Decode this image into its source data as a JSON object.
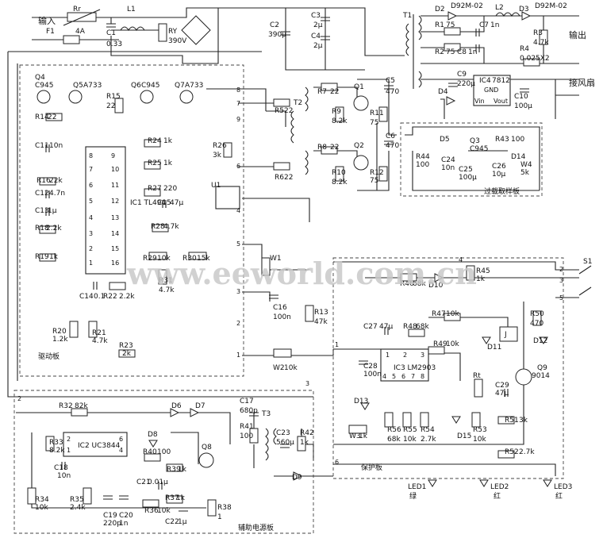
{
  "watermark": "www.eeworld.com.cn",
  "io": {
    "input": "输入",
    "output": "输出",
    "fan": "接风扇"
  },
  "boards": {
    "drive": "驱动板",
    "aux": "辅助电源板",
    "protect": "保护板",
    "overload": "过载取样板"
  },
  "components": {
    "Rr": "Rr",
    "F1": "F1",
    "F1v": "4A",
    "L1": "L1",
    "C1": "C1",
    "C1v": "0.33",
    "RY": "RY",
    "RYv": "390V",
    "C2": "C2",
    "C2v": "390μ",
    "C3": "C3",
    "C3v": "2μ",
    "C4": "C4",
    "C4v": "2μ",
    "T1": "T1",
    "D2": "D2",
    "D2v": "D92M-02",
    "L2": "L2",
    "D3": "D3",
    "D3v": "D92M-02",
    "R1": "R1",
    "R1v": "75",
    "C7": "C7",
    "C7v": "1n",
    "R3": "R3",
    "R3v": "4.7k",
    "R2": "R2",
    "R2v": "75",
    "C8": "C8",
    "C8v": "1n",
    "R4": "R4",
    "R4v": "0.025X2",
    "C9": "C9",
    "C9v": "220μ",
    "IC4": "IC4",
    "IC4v": "7812",
    "GND": "GND",
    "Vin": "Vin",
    "Vout": "Vout",
    "D4": "D4",
    "C10": "C10",
    "C10v": "100μ",
    "Q4": "Q4",
    "Q4v": "C945",
    "Q5": "Q5",
    "Q5v": "A733",
    "Q6": "Q6",
    "Q6v": "C945",
    "Q7": "Q7",
    "Q7v": "A733",
    "R15": "R15",
    "R15v": "22",
    "R14": "R14",
    "R14v": "22",
    "R7": "R7",
    "R7v": "22",
    "Q1": "Q1",
    "C5": "C5",
    "C5v": "470",
    "R5": "R5",
    "R5v": "22",
    "T2": "T2",
    "R9": "R9",
    "R9v": "8.2k",
    "R11": "R11",
    "R11v": "75",
    "C11": "C11",
    "C11v": "10n",
    "R24": "R24",
    "R24v": "1k",
    "R26": "R26",
    "R26v": "3k",
    "R8": "R8",
    "R8v": "22",
    "Q2": "Q2",
    "C6": "C6",
    "C6v": "470",
    "R44": "R44",
    "R44v": "100",
    "D5": "D5",
    "Q3": "Q3",
    "Q3v": "C945",
    "R43": "R43",
    "R43v": "100",
    "R25": "R25",
    "R25v": "1k",
    "R6": "R6",
    "R6v": "22",
    "R10": "R10",
    "R10v": "8.2k",
    "R12": "R12",
    "R12v": "75",
    "C24": "C24",
    "C24v": "10n",
    "D14": "D14",
    "W4": "W4",
    "W4v": "5k",
    "C25": "C25",
    "C25v": "100μ",
    "C26": "C26",
    "C26v": "10μ",
    "R16": "R16",
    "R16v": "22k",
    "C12": "C12",
    "C12v": "4.7n",
    "IC1": "IC1 TL494",
    "R27": "R27",
    "R27v": "220",
    "U1": "U1",
    "C13": "C13",
    "C13v": "1μ",
    "C15": "C15",
    "C15v": "47μ",
    "R18": "R18",
    "R18v": "2.2k",
    "R28": "R28",
    "R28v": "4.7k",
    "R19": "R19",
    "R19v": "1k",
    "R29": "R29",
    "R29v": "10k",
    "R30": "R30",
    "R30v": "15k",
    "W1": "W1",
    "S1": "S1",
    "R45": "R45",
    "R45v": "1k",
    "R46": "R46",
    "R46v": "68k",
    "D10": "D10",
    "C14": "C14",
    "C14v": "0.1",
    "R22": "R22",
    "R22v": "2.2k",
    "R31": "R31",
    "R31v": "4.7k",
    "C16": "C16",
    "C16v": "100n",
    "R13": "R13",
    "R13v": "47k",
    "R47": "R47",
    "R47v": "10k",
    "R50": "R50",
    "R50v": "470",
    "C27": "C27",
    "C27v": "47μ",
    "R48": "R48",
    "R48v": "68k",
    "J": "J",
    "R20": "R20",
    "R20v": "1.2k",
    "R21": "R21",
    "R21v": "4.7k",
    "R49": "R49",
    "R49v": "10k",
    "D11": "D11",
    "D12": "D12",
    "R23": "R23",
    "R23v": "2k",
    "C28": "C28",
    "C28v": "100n",
    "IC3": "IC3 LM2903",
    "Q9": "Q9",
    "Q9v": "9014",
    "W2": "W2",
    "W2v": "10k",
    "Rt": "Rt",
    "C29": "C29",
    "C29v": "47μ",
    "R32": "R32",
    "R32v": "82k",
    "D6": "D6",
    "D7": "D7",
    "C17": "C17",
    "C17v": "680p",
    "D13": "D13",
    "R33": "R33",
    "R33v": "8.2k",
    "IC2": "IC2 UC3844",
    "D8": "D8",
    "R41": "R41",
    "R41v": "100",
    "T3": "T3",
    "C23": "C23",
    "C23v": "560μ",
    "R42": "R42",
    "R42v": "1k",
    "W3": "W3",
    "W3v": "1k",
    "R56": "R56",
    "R56v": "68k",
    "R55": "R55",
    "R55v": "10k",
    "R54": "R54",
    "R54v": "2.7k",
    "D15": "D15",
    "R53": "R53",
    "R53v": "10k",
    "R51": "R51",
    "R51v": "3k",
    "R40": "R40",
    "R40v": "100",
    "C18": "C18",
    "C18v": "10n",
    "R39": "R39",
    "R39v": "1k",
    "Q8": "Q8",
    "D9": "D9",
    "R52": "R52",
    "R52v": "2.7k",
    "C21": "C21",
    "C21v": "0.01μ",
    "R37": "R37",
    "R37v": "1k",
    "R34": "R34",
    "R34v": "10k",
    "R35": "R35",
    "R35v": "2.4k",
    "C19": "C19",
    "C19v": "220p",
    "C20": "C20",
    "C20v": "1n",
    "R36": "R36",
    "R36v": "10k",
    "C22": "C22",
    "C22v": "1μ",
    "R38": "R38",
    "R38v": "1",
    "LED1": "LED1",
    "LED1c": "绿",
    "LED2": "LED2",
    "LED2c": "红",
    "LED3": "LED3",
    "LED3c": "红"
  },
  "pins": {
    "ic1_left": [
      "8",
      "7",
      "6",
      "5",
      "4",
      "3",
      "2",
      "1"
    ],
    "ic1_right": [
      "9",
      "10",
      "11",
      "12",
      "13",
      "14",
      "15",
      "16"
    ],
    "ic2_left": [
      "2",
      "1"
    ],
    "ic2_right": [
      "6",
      "4"
    ],
    "ic3_top": [
      "1",
      "2",
      "3"
    ],
    "ic3_bottom": [
      "4",
      "5",
      "6",
      "7",
      "8"
    ],
    "drive_conn": [
      "8",
      "7",
      "9",
      "6",
      "4",
      "5",
      "3",
      "2",
      "1"
    ],
    "protect_conn": [
      "1",
      "2",
      "3",
      "4",
      "5",
      "6"
    ],
    "aux_conn": [
      "2",
      "3"
    ]
  }
}
